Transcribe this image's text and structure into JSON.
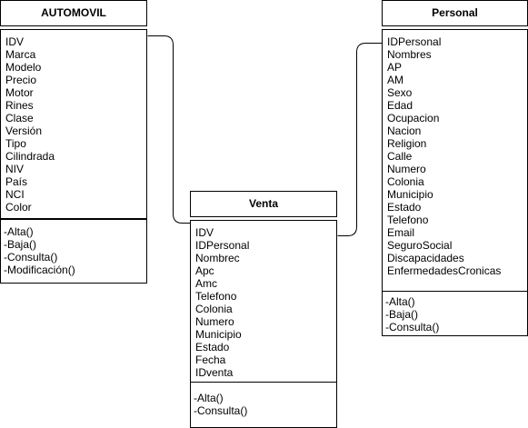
{
  "classes": {
    "automovil": {
      "name": "AUTOMOVIL",
      "attributes": [
        "IDV",
        "Marca",
        "Modelo",
        "Precio",
        "Motor",
        "Rines",
        "Clase",
        "Versión",
        "Tipo",
        "Cilindrada",
        "NIV",
        "País",
        "NCI",
        "Color"
      ],
      "methods": [
        "-Alta()",
        "-Baja()",
        "-Consulta()",
        "-Modificación()"
      ]
    },
    "personal": {
      "name": "Personal",
      "attributes": [
        "IDPersonal",
        "Nombres",
        "AP",
        "AM",
        "Sexo",
        "Edad",
        "Ocupacion",
        "Nacion",
        "Religion",
        "Calle",
        "Numero",
        "Colonia",
        "Municipio",
        "Estado",
        "Telefono",
        "Email",
        "SeguroSocial",
        "Discapacidades",
        "EnfermedadesCronicas"
      ],
      "methods": [
        "-Alta()",
        "-Baja()",
        "-Consulta()"
      ]
    },
    "venta": {
      "name": "Venta",
      "attributes": [
        "IDV",
        "IDPersonal",
        "Nombrec",
        "Apc",
        "Amc",
        "Telefono",
        "Colonia",
        "Numero",
        "Municipio",
        "Estado",
        "Fecha",
        "IDventa"
      ],
      "methods": [
        "-Alta()",
        "-Consulta()"
      ]
    }
  },
  "colors": {
    "line": "#000000",
    "background": "#ffffff"
  }
}
